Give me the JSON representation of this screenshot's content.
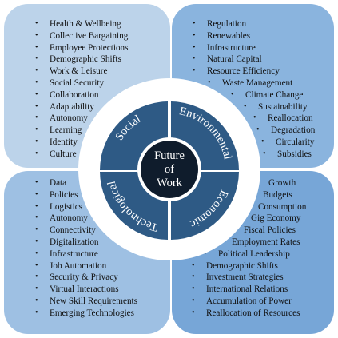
{
  "colors": {
    "social_bg": "#bcd3ea",
    "environmental_bg": "#8ab4de",
    "technological_bg": "#9ec0e3",
    "economic_bg": "#77a6d7",
    "segment_fill": "#2e5a85",
    "center_fill": "#0f1c2c"
  },
  "center": {
    "line1": "Future",
    "line2": "of",
    "line3": "Work"
  },
  "segments": {
    "social": "Social",
    "environmental": "Environmental",
    "technological": "Technological",
    "economic": "Economic"
  },
  "lists": {
    "social": [
      "Health & Wellbeing",
      "Collective Bargaining",
      "Employee Protections",
      "Demographic Shifts",
      "Work & Leisure",
      "Social Security",
      "Collaboration",
      "Adaptability",
      "Autonomy",
      "Learning",
      "Identity",
      "Culture"
    ],
    "environmental": [
      "Regulation",
      "Renewables",
      "Infrastructure",
      "Natural Capital",
      "Resource Efficiency",
      "Waste Management",
      "Climate Change",
      "Sustainability",
      "Reallocation",
      "Degradation",
      "Circularity",
      "Subsidies"
    ],
    "technological": [
      "Data",
      "Policies",
      "Logistics",
      "Autonomy",
      "Connectivity",
      "Digitalization",
      "Infrastructure",
      "Job Automation",
      "Security & Privacy",
      "Virtual Interactions",
      "New Skill Requirements",
      "Emerging Technologies"
    ],
    "economic": [
      "Growth",
      "Budgets",
      "Consumption",
      "Gig Economy",
      "Fiscal Policies",
      "Employment Rates",
      "Political Leadership",
      "Demographic Shifts",
      "Investment Strategies",
      "International Relations",
      "Accumulation of Power",
      "Reallocation of Resources"
    ]
  }
}
